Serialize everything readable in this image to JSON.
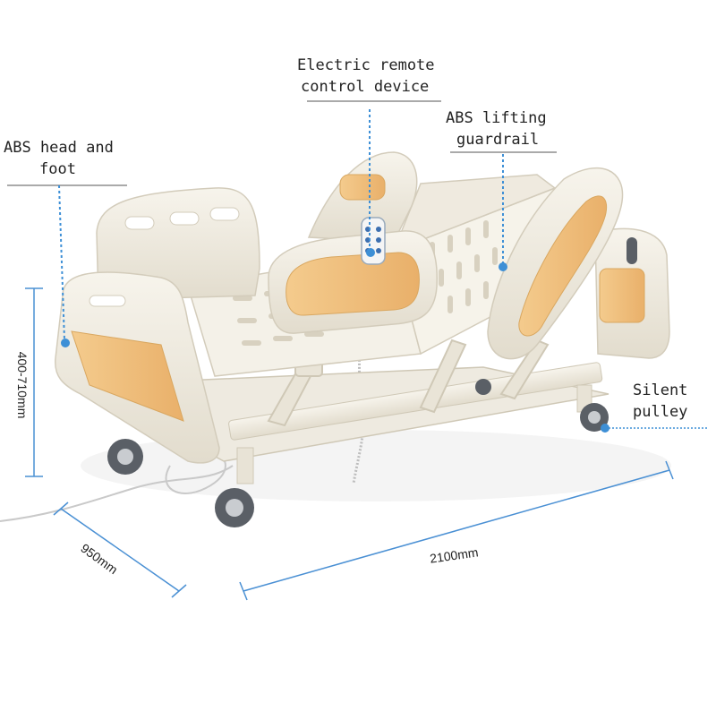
{
  "callouts": {
    "head_foot": {
      "line1": "ABS head and",
      "line2": "foot"
    },
    "remote": {
      "line1": "Electric remote",
      "line2": "control device"
    },
    "guardrail": {
      "line1": "ABS lifting",
      "line2": "guardrail"
    },
    "pulley": {
      "line1": "Silent",
      "line2": "pulley"
    }
  },
  "dimensions": {
    "height": "400-710mm",
    "width": "950mm",
    "length": "2100mm"
  },
  "colors": {
    "accent_line": "#3d8fd6",
    "bed_body": "#f2eee4",
    "bed_shadow": "#d9d3c4",
    "panel_wood": "#f0c27c",
    "wheel": "#5a5f66",
    "leader": "#555555"
  }
}
